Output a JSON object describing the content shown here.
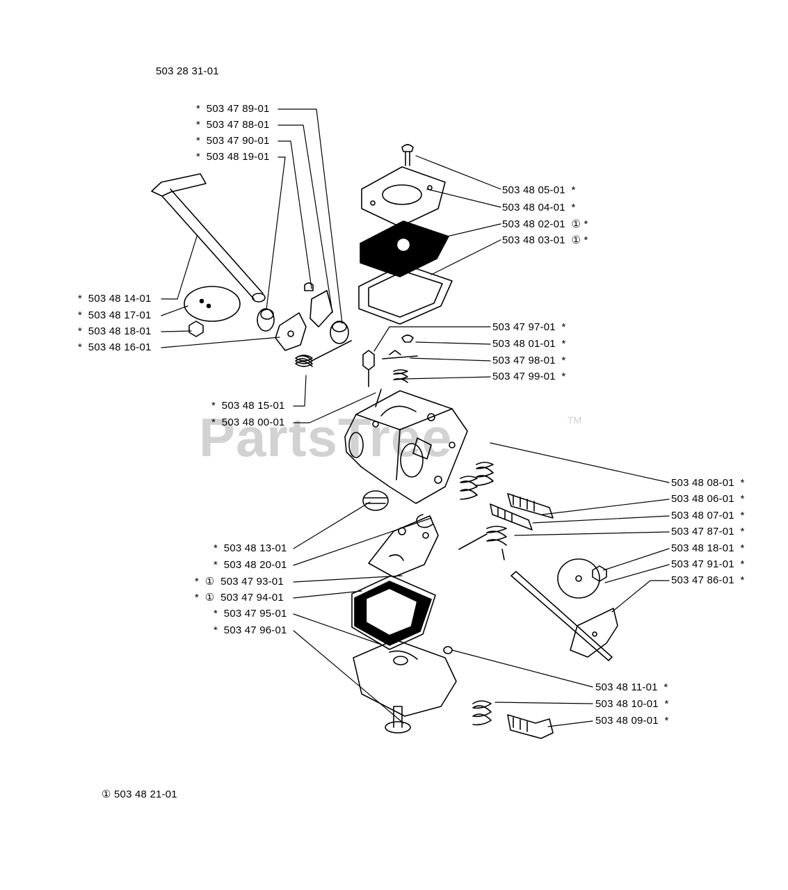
{
  "header": {
    "assembly_number": "503 28 31-01"
  },
  "watermark": {
    "text": "PartsTree",
    "tm": "TM"
  },
  "footnote": {
    "text": "① 503 48 21-01"
  },
  "labels": [
    {
      "id": "l1",
      "text": "*  503 47 89-01"
    },
    {
      "id": "l2",
      "text": "*  503 47 88-01"
    },
    {
      "id": "l3",
      "text": "*  503 47 90-01"
    },
    {
      "id": "l4",
      "text": "*  503 48 19-01"
    },
    {
      "id": "l5",
      "text": "503 48 05-01  *"
    },
    {
      "id": "l6",
      "text": "503 48 04-01  *"
    },
    {
      "id": "l7",
      "text": "503 48 02-01  ① *"
    },
    {
      "id": "l8",
      "text": "503 48 03-01  ① *"
    },
    {
      "id": "l9",
      "text": "*  503 48 14-01"
    },
    {
      "id": "l10",
      "text": "*  503 48 17-01"
    },
    {
      "id": "l11",
      "text": "*  503 48 18-01"
    },
    {
      "id": "l12",
      "text": "*  503 48 16-01"
    },
    {
      "id": "l13",
      "text": "503 47 97-01  *"
    },
    {
      "id": "l14",
      "text": "503 48 01-01  *"
    },
    {
      "id": "l15",
      "text": "503 47 98-01  *"
    },
    {
      "id": "l16",
      "text": "503 47 99-01  *"
    },
    {
      "id": "l17",
      "text": "*  503 48 15-01"
    },
    {
      "id": "l18",
      "text": "*  503 48 00-01"
    },
    {
      "id": "l19",
      "text": "503 48 08-01  *"
    },
    {
      "id": "l20",
      "text": "503 48 06-01  *"
    },
    {
      "id": "l21",
      "text": "503 48 07-01  *"
    },
    {
      "id": "l22",
      "text": "503 47 87-01  *"
    },
    {
      "id": "l23",
      "text": "503 48 18-01  *"
    },
    {
      "id": "l24",
      "text": "503 47 91-01  *"
    },
    {
      "id": "l25",
      "text": "503 47 86-01  *"
    },
    {
      "id": "l26",
      "text": "*  503 48 13-01"
    },
    {
      "id": "l27",
      "text": "*  503 48 20-01"
    },
    {
      "id": "l28",
      "text": "*  ①  503 47 93-01"
    },
    {
      "id": "l29",
      "text": "*  ①  503 47 94-01"
    },
    {
      "id": "l30",
      "text": "*  503 47 95-01"
    },
    {
      "id": "l31",
      "text": "*  503 47 96-01"
    },
    {
      "id": "l32",
      "text": "503 48 11-01  *"
    },
    {
      "id": "l33",
      "text": "503 48 10-01  *"
    },
    {
      "id": "l34",
      "text": "503 48 09-01  *"
    }
  ]
}
